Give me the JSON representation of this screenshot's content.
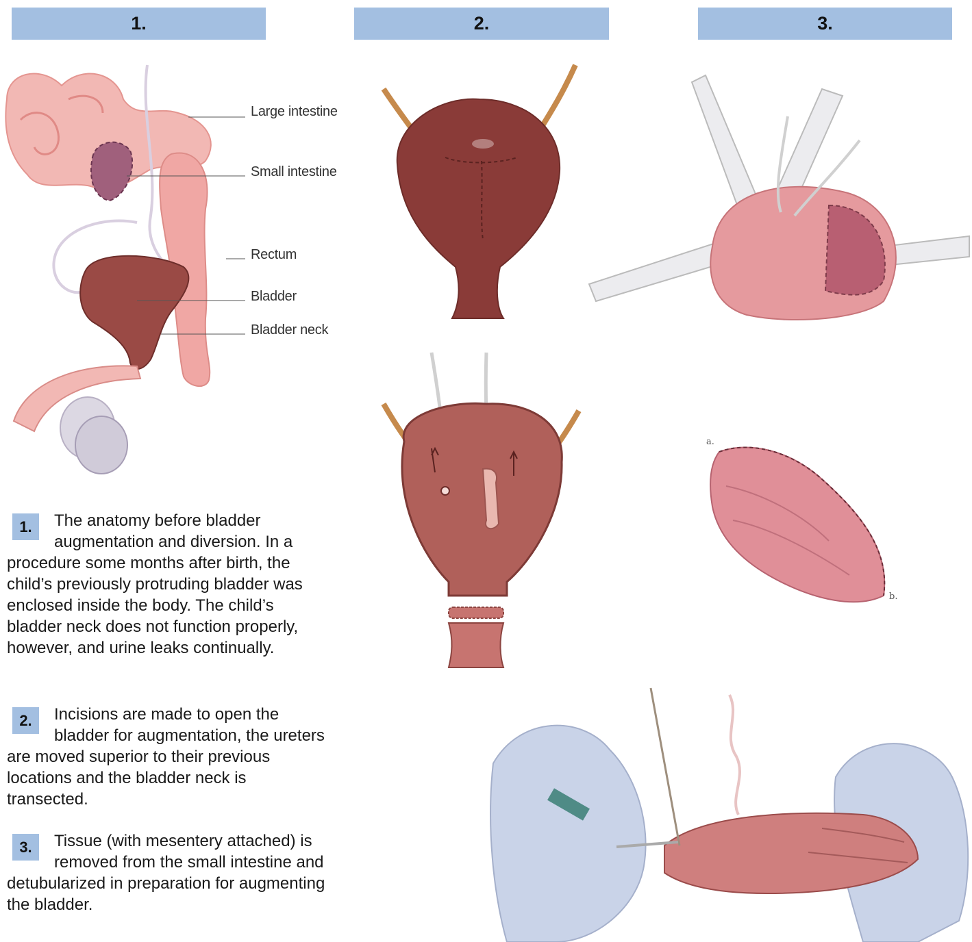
{
  "headers": [
    "1.",
    "2.",
    "3."
  ],
  "anatomy_labels": {
    "large_intestine": "Large intestine",
    "small_intestine": "Small intestine",
    "rectum": "Rectum",
    "bladder": "Bladder",
    "bladder_neck": "Bladder neck"
  },
  "tissue_labels": {
    "a": "a.",
    "b": "b."
  },
  "captions": [
    {
      "number": "1.",
      "text": "The anatomy before bladder augmentation and diversion. In a procedure some months after birth, the child’s previously protruding bladder was enclosed inside the body. The child’s bladder neck does not function properly, however, and urine leaks continually."
    },
    {
      "number": "2.",
      "text": "Incisions are made to open the bladder for augmentation, the ureters are moved superior to their previous locations and the bladder neck is transected."
    },
    {
      "number": "3.",
      "text": "Tissue (with mesentery attached) is removed from the small intestine and detubularized in preparation for augmenting the bladder."
    }
  ],
  "colors": {
    "header_bg": "#a3bfe1",
    "tissue_pink": "#e8a3a3",
    "bladder": "#8e3f3c",
    "glove": "#c9d3e8"
  }
}
